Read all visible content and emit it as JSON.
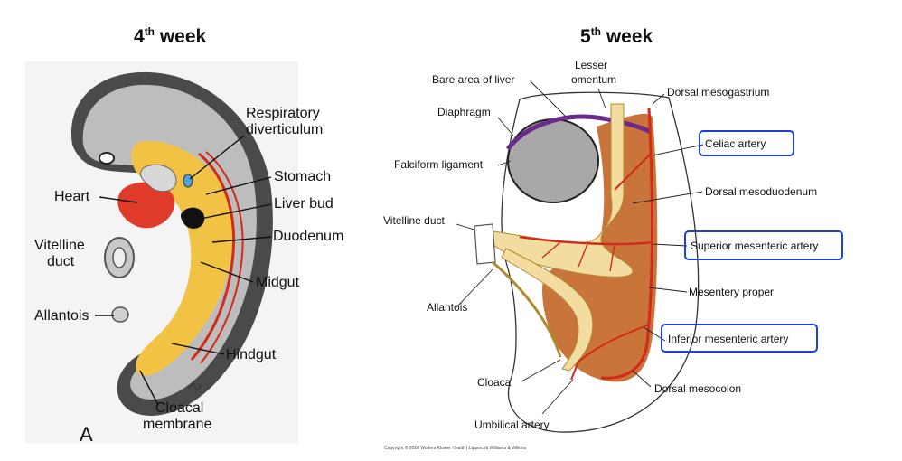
{
  "left_panel": {
    "title_main": "4",
    "title_sup": "th",
    "title_rest": " week",
    "labels": {
      "respiratory_1": "Respiratory",
      "respiratory_2": "diverticulum",
      "stomach": "Stomach",
      "heart": "Heart",
      "liver_bud": "Liver bud",
      "vitelline_1": "Vitelline",
      "vitelline_2": "duct",
      "duodenum": "Duodenum",
      "midgut": "Midgut",
      "allantois": "Allantois",
      "hindgut": "Hindgut",
      "cloacal_1": "Cloacal",
      "cloacal_2": "membrane",
      "panel_letter": "A"
    }
  },
  "right_panel": {
    "title_main": "5",
    "title_sup": "th",
    "title_rest": " week",
    "labels": {
      "bare_area": "Bare area of liver",
      "lesser_1": "Lesser",
      "lesser_2": "omentum",
      "dorsal_mesogastrium": "Dorsal mesogastrium",
      "diaphragm": "Diaphragm",
      "celiac": "Celiac artery",
      "falciform": "Falciform ligament",
      "dorsal_mesoduodenum": "Dorsal mesoduodenum",
      "vitelline": "Vitelline duct",
      "superior_mesenteric": "Superior mesenteric artery",
      "mesentery_proper": "Mesentery proper",
      "allantois": "Allantois",
      "inferior_mesenteric": "Inferior mesenteric artery",
      "cloaca": "Cloaca",
      "dorsal_mesocolon": "Dorsal mesocolon",
      "umbilical": "Umbilical artery",
      "copyright": "Copyright © 2010 Wolters Kluwer Health | Lippincott Williams & Wilkins"
    }
  },
  "colors": {
    "highlight_box": "#1a3fe0",
    "artery": "#d42a1a",
    "gut_yellow": "#f2c244",
    "mesentery_orange": "#c8743a",
    "diaphragm_purple": "#6a2a8a",
    "liver_gray": "#a8a8a8"
  }
}
